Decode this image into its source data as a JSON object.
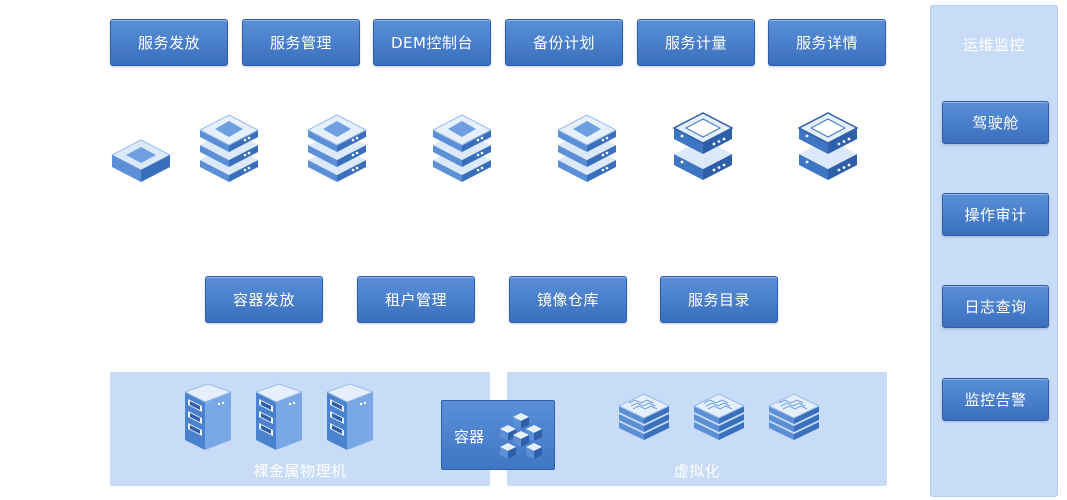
{
  "top_services": [
    {
      "label": "服务发放"
    },
    {
      "label": "服务管理"
    },
    {
      "label": "DEM控制台"
    },
    {
      "label": "备份计划"
    },
    {
      "label": "服务计量"
    },
    {
      "label": "服务详情"
    }
  ],
  "mid_services": [
    {
      "label": "容器发放"
    },
    {
      "label": "租户管理"
    },
    {
      "label": "镜像仓库"
    },
    {
      "label": "服务目录"
    }
  ],
  "ops_panel": {
    "title": "运维监控",
    "items": [
      {
        "label": "驾驶舱"
      },
      {
        "label": "操作审计"
      },
      {
        "label": "日志查询"
      },
      {
        "label": "监控告警"
      }
    ]
  },
  "bottom": {
    "bare_metal_label": "裸金属物理机",
    "container_label": "容器",
    "virtualization_label": "虚拟化"
  },
  "colors": {
    "button_top": "#5a8fd8",
    "button_bottom": "#3a6fbd",
    "panel_bg": "#c9dcf7",
    "server_light": "#dce9fb",
    "server_mid": "#6f9fe0",
    "server_dark": "#2f5fa8"
  }
}
